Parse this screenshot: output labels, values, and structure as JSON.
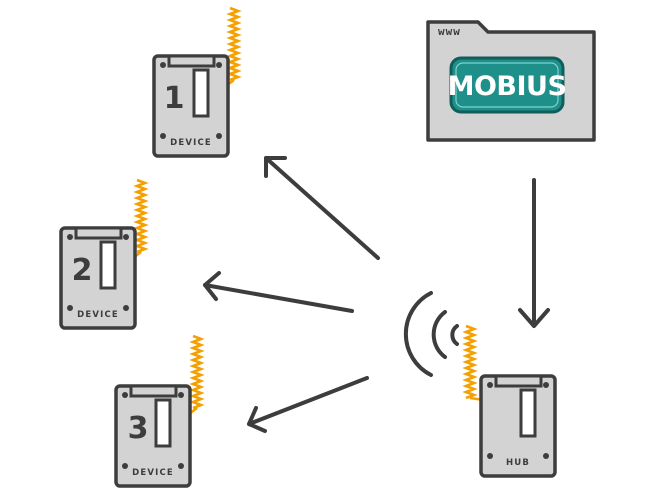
{
  "devices": [
    {
      "number": "1",
      "label": "DEVICE"
    },
    {
      "number": "2",
      "label": "DEVICE"
    },
    {
      "number": "3",
      "label": "DEVICE"
    }
  ],
  "hub": {
    "label": "HUB"
  },
  "server": {
    "url_label": "www",
    "logo_text": "MOBIUS"
  },
  "colors": {
    "outline": "#3d3d3d",
    "board": "#d3d3d3",
    "antenna": "#f5a000",
    "logo_fill": "#1e8f89",
    "logo_border": "#0f5e5a",
    "arrow": "#3d3d3d"
  }
}
